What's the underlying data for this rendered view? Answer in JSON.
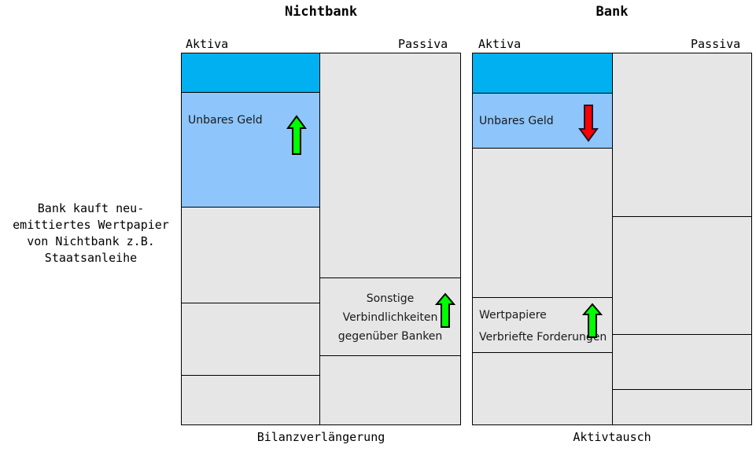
{
  "diagram": {
    "explanation": [
      "Bank kauft neu-",
      "emittiertes Wertpapier",
      "von Nichtbank z.B.",
      "Staatsanleihe"
    ],
    "colors": {
      "cash_dark_blue": "#00b0f0",
      "money_light_blue": "#8ec5fb",
      "neutral_gray": "#e6e6e6",
      "arrow_up_green": "#00ff00",
      "arrow_down_red": "#ff0000",
      "border_black": "#000000"
    }
  },
  "nichtbank": {
    "title": "Nichtbank",
    "aktiva_label": "Aktiva",
    "passiva_label": "Passiva",
    "caption": "Bilanzverlängerung",
    "aktiva_rows": [
      {
        "label": "",
        "fill": "cash_dark_blue"
      },
      {
        "label": "Unbares Geld",
        "fill": "money_light_blue",
        "arrow": "up-green"
      },
      {
        "label": "",
        "fill": "neutral_gray"
      },
      {
        "label": "",
        "fill": "neutral_gray"
      },
      {
        "label": "",
        "fill": "neutral_gray"
      }
    ],
    "passiva_rows": [
      {
        "label": "",
        "fill": "neutral_gray"
      },
      {
        "label": "Sonstige\nVerbindlichkeiten\ngegenüber Banken",
        "fill": "neutral_gray",
        "arrow": "up-green"
      },
      {
        "label": "",
        "fill": "neutral_gray"
      }
    ],
    "passiva_row2_lines": [
      "Sonstige",
      "Verbindlichkeiten",
      "gegenüber Banken"
    ]
  },
  "bank": {
    "title": "Bank",
    "aktiva_label": "Aktiva",
    "passiva_label": "Passiva",
    "caption": "Aktivtausch",
    "aktiva_rows": [
      {
        "label": "",
        "fill": "cash_dark_blue"
      },
      {
        "label": "Unbares Geld",
        "fill": "money_light_blue",
        "arrow": "down-red"
      },
      {
        "label": "",
        "fill": "neutral_gray"
      },
      {
        "label": "Wertpapiere / Verbriefte Forderungen",
        "fill": "neutral_gray",
        "arrow": "up-green"
      },
      {
        "label": "",
        "fill": "neutral_gray"
      }
    ],
    "aktiva_row4_lines": [
      "Wertpapiere",
      "Verbriefte Forderungen"
    ],
    "passiva_rows": [
      {
        "label": "",
        "fill": "neutral_gray"
      },
      {
        "label": "",
        "fill": "neutral_gray"
      },
      {
        "label": "",
        "fill": "neutral_gray"
      },
      {
        "label": "",
        "fill": "neutral_gray"
      }
    ]
  }
}
